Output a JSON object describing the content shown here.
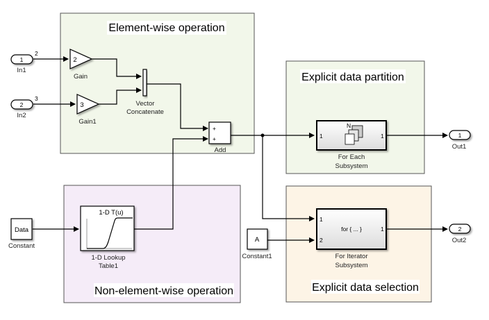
{
  "areas": [
    {
      "id": "element_wise",
      "title": "Element-wise operation",
      "fill": "#f2f7ea"
    },
    {
      "id": "partition",
      "title": "Explicit data partition",
      "fill": "#f2f7ea"
    },
    {
      "id": "non_element_wise",
      "title": "Non-element-wise operation",
      "fill": "#f5ecf8"
    },
    {
      "id": "selection",
      "title": "Explicit data selection",
      "fill": "#fdf4e6"
    }
  ],
  "blocks": {
    "in1": {
      "label": "In1",
      "port": "1",
      "width_annotation": "2"
    },
    "in2": {
      "label": "In2",
      "port": "2",
      "width_annotation": "3"
    },
    "gain": {
      "label": "Gain",
      "value": "2"
    },
    "gain1": {
      "label": "Gain1",
      "value": "3"
    },
    "concat": {
      "label_line1": "Vector",
      "label_line2": "Concatenate"
    },
    "add": {
      "label": "Add",
      "signs": [
        "+",
        "+"
      ]
    },
    "constant": {
      "label": "Constant",
      "value": "Data"
    },
    "lookup": {
      "label_line1": "1-D Lookup",
      "label_line2": "Table1",
      "title": "1-D T(u)"
    },
    "constant1": {
      "label": "Constant1",
      "value": "A"
    },
    "for_each": {
      "label_line1": "For Each",
      "label_line2": "Subsystem",
      "in_port": "1",
      "out_port": "1",
      "icon_text": "N"
    },
    "for_iterator": {
      "label_line1": "For Iterator",
      "label_line2": "Subsystem",
      "in_ports": [
        "1",
        "2"
      ],
      "out_port": "1",
      "icon_text": "for { ... }"
    },
    "out1": {
      "label": "Out1",
      "port": "1"
    },
    "out2": {
      "label": "Out2",
      "port": "2"
    }
  }
}
